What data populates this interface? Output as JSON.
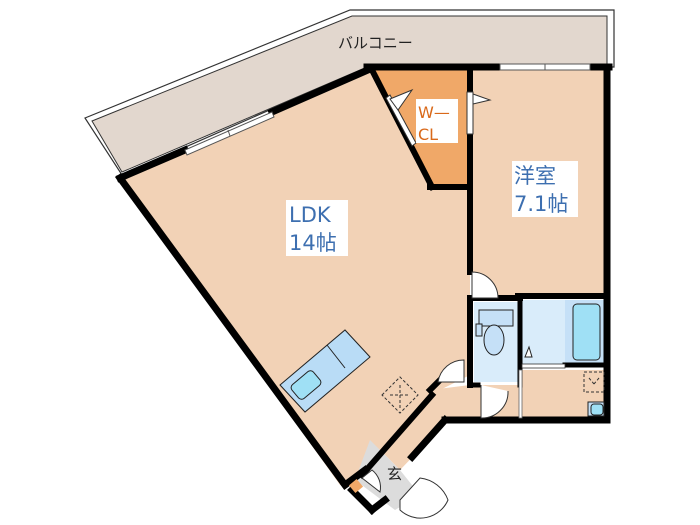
{
  "floorplan": {
    "rooms": {
      "balcony": {
        "label": "バルコニー"
      },
      "ldk": {
        "label_line1": "LDK",
        "label_line2": "14帖"
      },
      "wcl": {
        "label_line1": "W—",
        "label_line2": "CL"
      },
      "western": {
        "label_line1": "洋室",
        "label_line2": "7.1帖"
      },
      "entrance": {
        "label": "玄"
      }
    },
    "colors": {
      "room_floor": "#f2d2b6",
      "closet": "#f0a868",
      "balcony": "#e2d7ce",
      "wet_area": "#d9ecfa",
      "fixture": "#9fe0f5",
      "entrance": "#dcdcdc",
      "wall": "#000000",
      "room_label": "#3d6fb0",
      "closet_label": "#d9691a"
    }
  }
}
